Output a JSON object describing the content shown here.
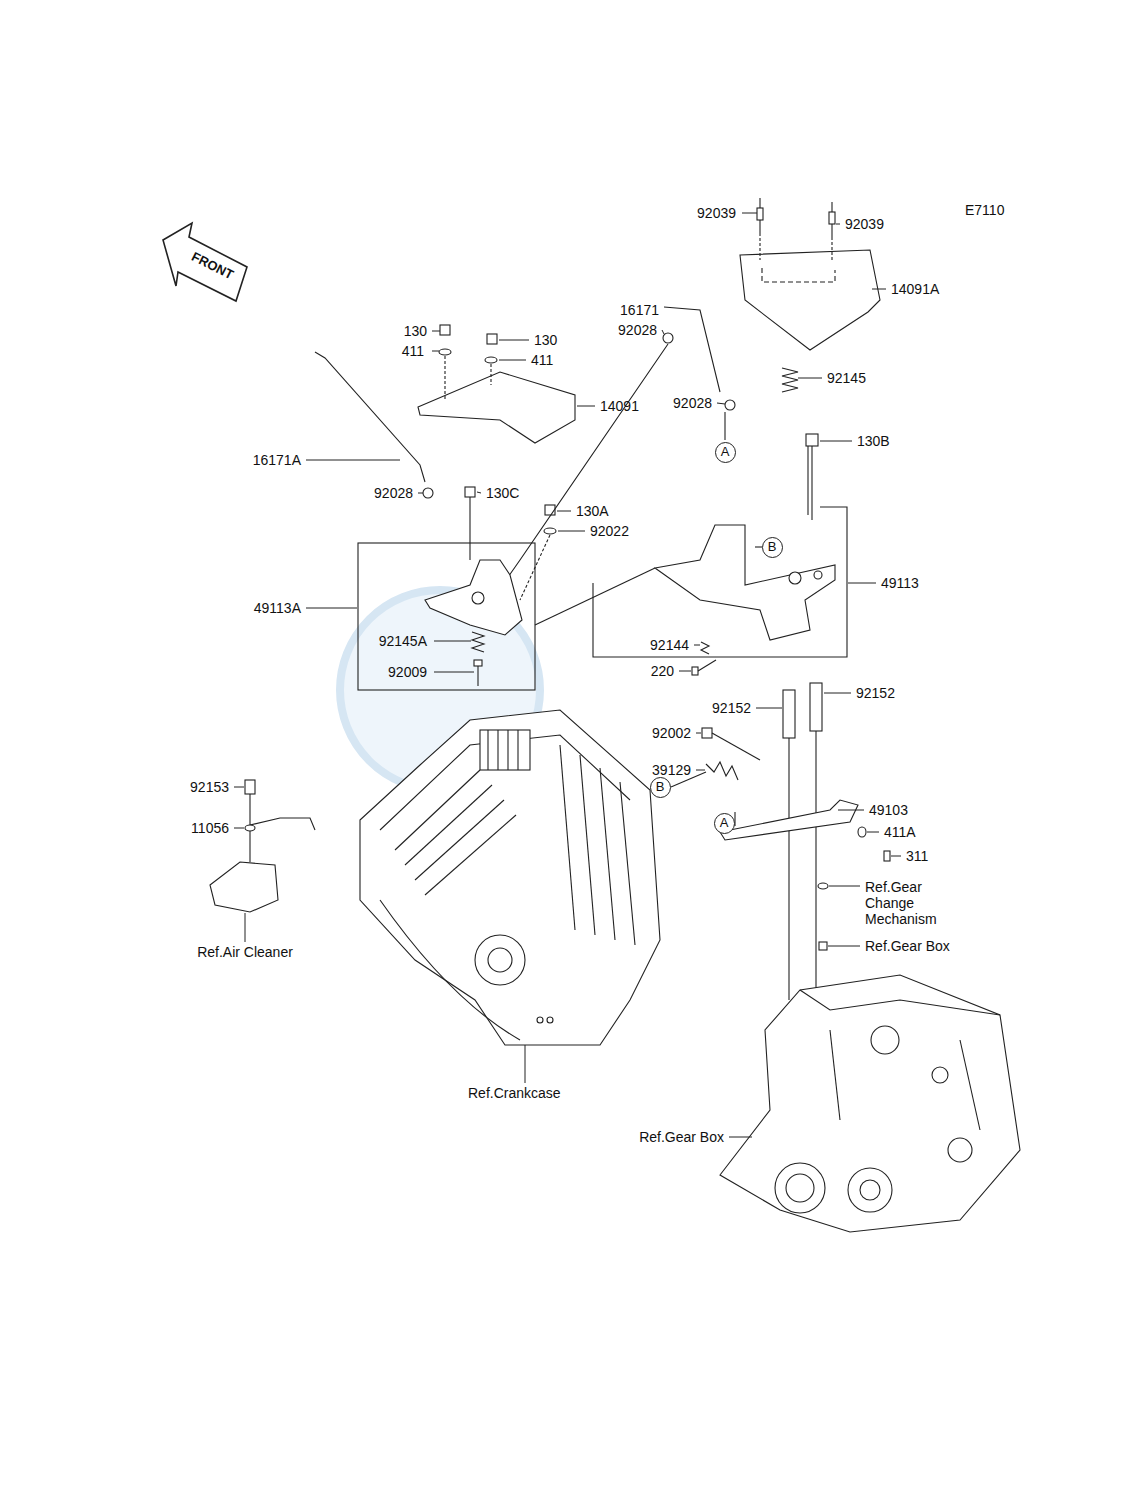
{
  "diagram": {
    "nodes": [
      {
        "text": [
          "A"
        ]
      },
      {
        "text": [
          "B"
        ]
      },
      {
        "text": [
          "B"
        ]
      },
      {
        "text": [
          "A"
        ]
      }
    ],
    "labels": [
      "E7110",
      "FRONT",
      "92039",
      "92039",
      "14091A",
      "16171",
      "92028",
      "92028",
      "92145",
      "130B",
      "130",
      "130",
      "411",
      "411",
      "14091",
      "16171A",
      "92028",
      "130C",
      "130A",
      "92022",
      "49113",
      "49113A",
      "92145A",
      "92009",
      "92144",
      "220",
      "92152",
      "92152",
      "92002",
      "39129",
      "49103",
      "411A",
      "311",
      "Ref.Gear Change Mechanism",
      "Ref.Gear Box",
      "92153",
      "11056",
      "Ref.Air Cleaner",
      "Ref.Crankcase",
      "Ref.Gear Box"
    ]
  }
}
